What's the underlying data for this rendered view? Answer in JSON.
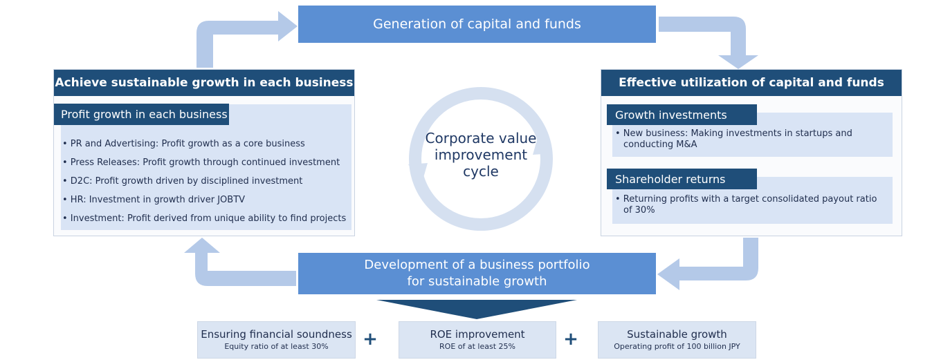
{
  "top_bar": {
    "label": "Generation of capital and funds"
  },
  "bottom_bar": {
    "line1": "Development of a business portfolio",
    "line2": "for sustainable growth"
  },
  "center": {
    "line1": "Corporate value",
    "line2": "improvement",
    "line3": "cycle"
  },
  "left_panel": {
    "title": "Achieve sustainable growth in each business",
    "subtitle": "Profit growth in each business",
    "items": [
      "• PR and Advertising: Profit growth as a core business",
      "• Press Releases: Profit growth through continued investment",
      "• D2C: Profit growth driven by disciplined investment",
      "• HR: Investment in growth driver JOBTV",
      "• Investment: Profit derived from unique ability to find projects"
    ]
  },
  "right_panel": {
    "title": "Effective utilization of capital and funds",
    "sections": [
      {
        "header": "Growth investments",
        "line1": "• New business: Making investments in startups and",
        "line2": "conducting M&A"
      },
      {
        "header": "Shareholder returns",
        "line1": "• Returning profits with a target consolidated payout ratio",
        "line2": "of 30%"
      }
    ]
  },
  "kpis": [
    {
      "title": "Ensuring financial soundness",
      "detail": "Equity ratio of at least 30%"
    },
    {
      "title": "ROE improvement",
      "detail": "ROE of at least 25%"
    },
    {
      "title": "Sustainable growth",
      "detail": "Operating profit of 100 billion JPY"
    }
  ],
  "plus_sign": "+",
  "colors": {
    "dark_navy": "#1f4e79",
    "bar_blue": "#5b8fd3",
    "light_blue": "#d9e4f5",
    "arrow_blue": "#b4c9e8"
  }
}
